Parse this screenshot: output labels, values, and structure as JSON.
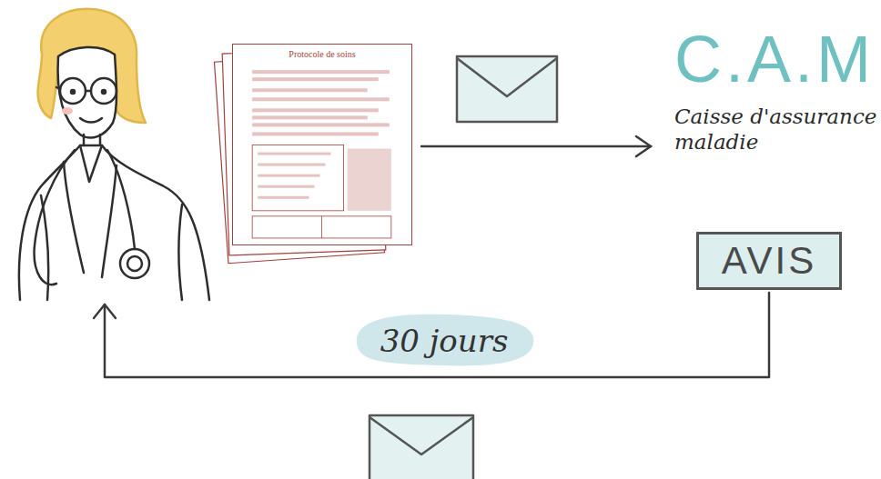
{
  "diagram": {
    "nodes": [
      {
        "text": [
          "Protocole de soins"
        ]
      },
      {
        "text": [
          "C.A.M",
          "Caisse d'assurance maladie"
        ]
      },
      {
        "text": [
          "AVIS"
        ]
      }
    ],
    "edges": [
      {
        "from": 0,
        "to": 1,
        "arrow": "to"
      }
    ],
    "labels": [
      "30 jours"
    ]
  }
}
